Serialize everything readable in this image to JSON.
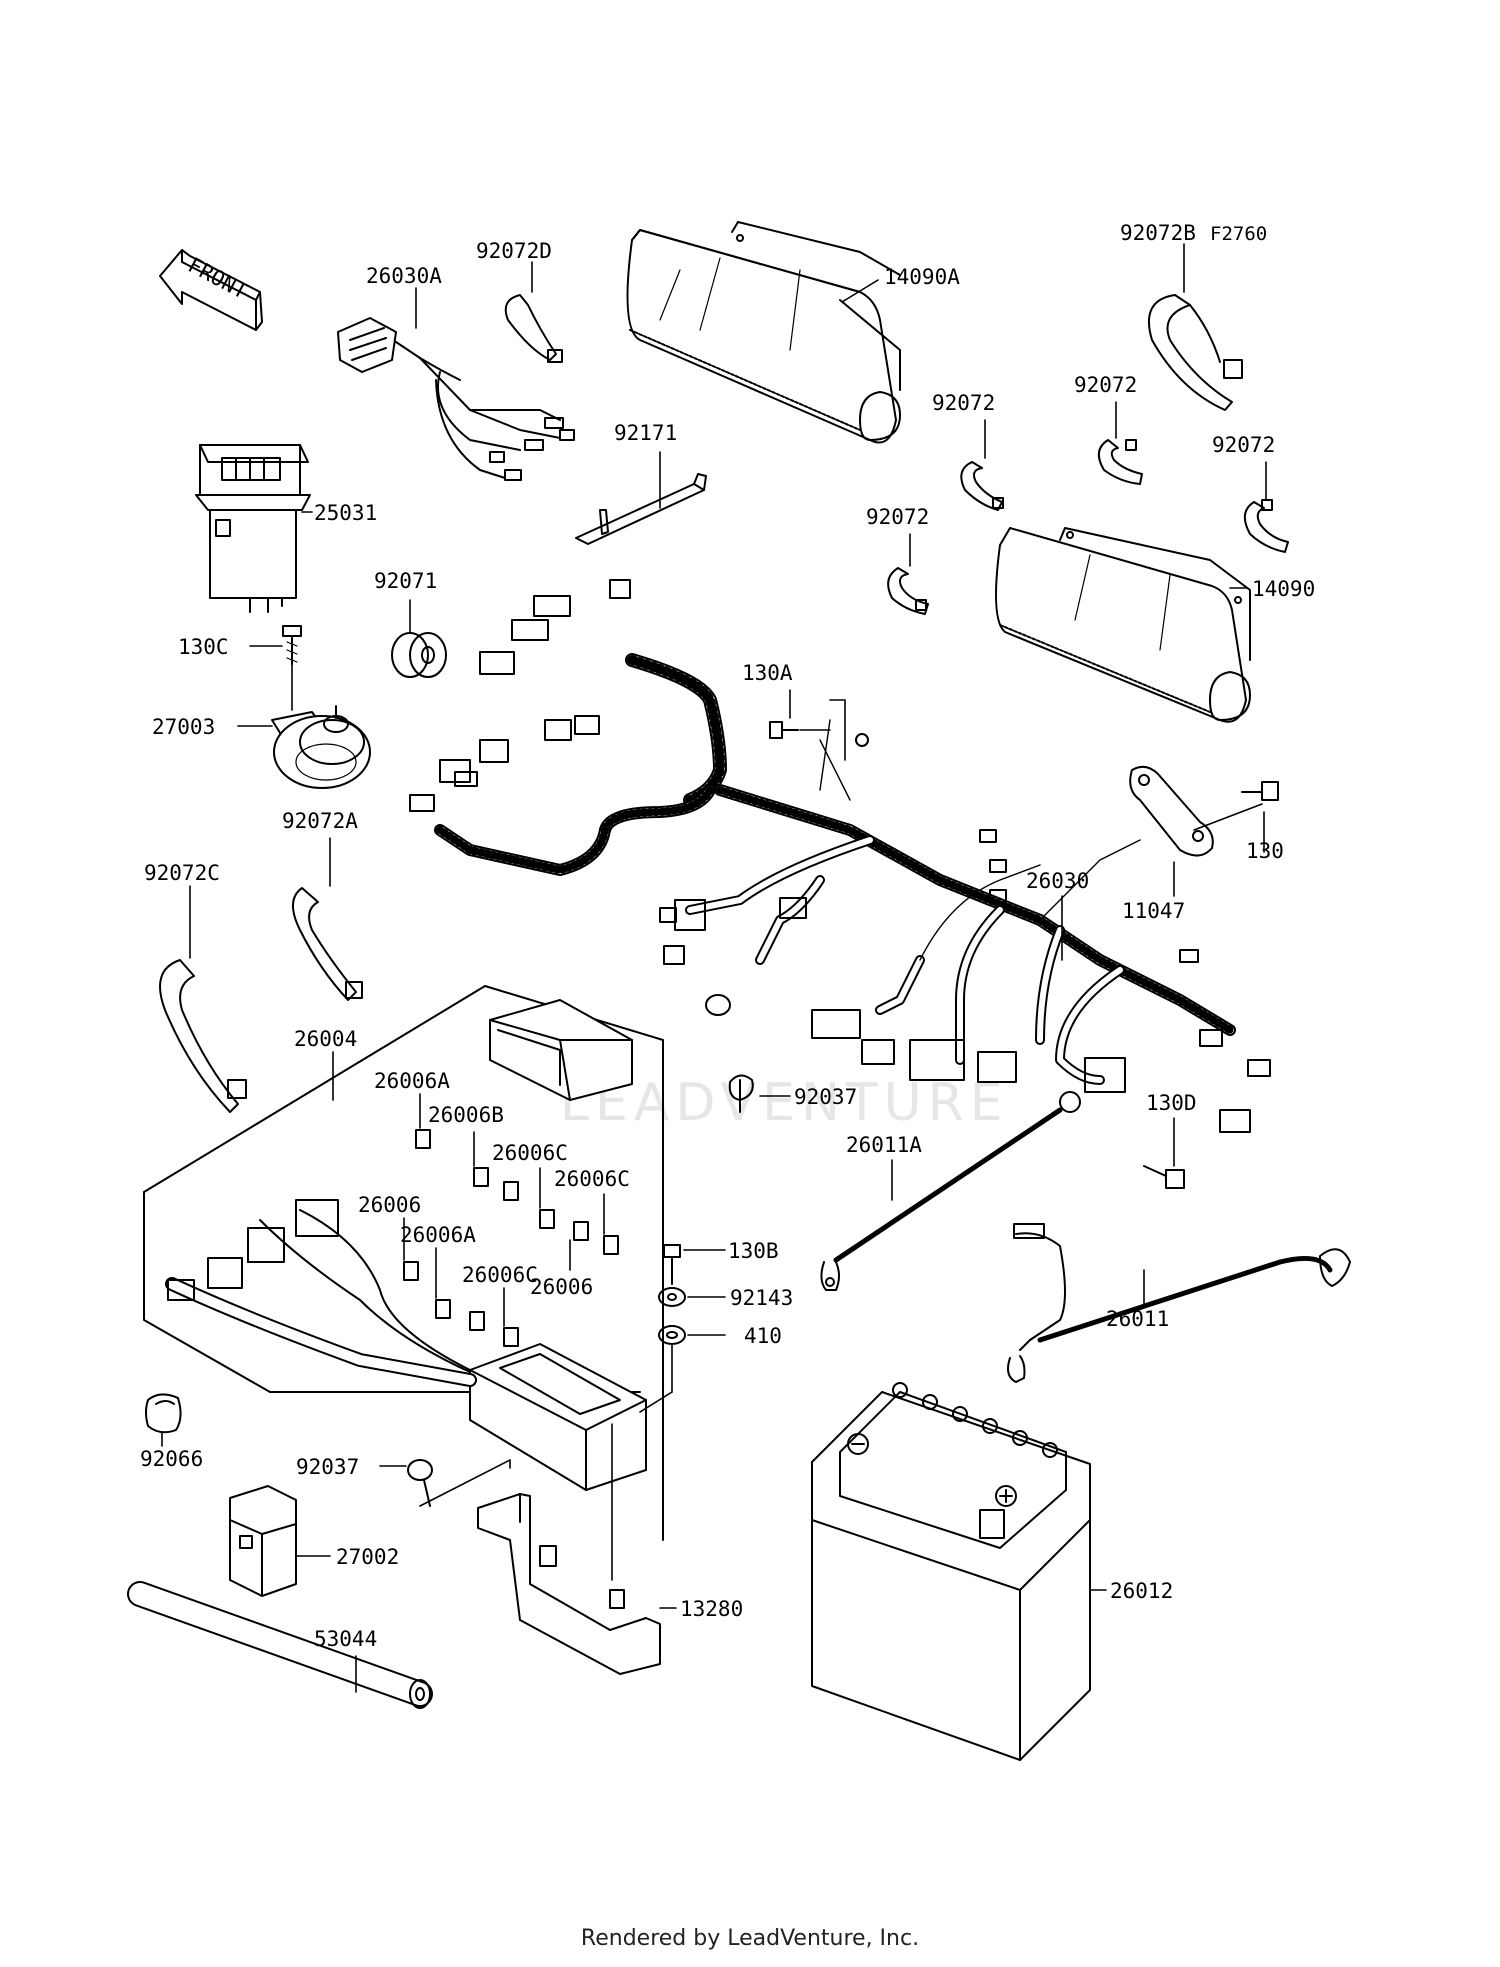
{
  "figure_code": "F2760",
  "front_label": "FRONT",
  "watermark": "LEADVENTURE",
  "footer": "Rendered by LeadVenture, Inc.",
  "parts": {
    "p92072D": "92072D",
    "p26030A": "26030A",
    "p14090A": "14090A",
    "p92072B": "92072B",
    "p92072a": "92072",
    "p92072b": "92072",
    "p92072c": "92072",
    "p92072d": "92072",
    "p92171": "92171",
    "p25031": "25031",
    "p14090": "14090",
    "p92071": "92071",
    "p130C": "130C",
    "p130A": "130A",
    "p27003": "27003",
    "p130": "130",
    "p92072A": "92072A",
    "p11047": "11047",
    "p92072C": "92072C",
    "p26030": "26030",
    "p26004": "26004",
    "p26006A_1": "26006A",
    "p26006B": "26006B",
    "p26006C_1": "26006C",
    "p26006C_2": "26006C",
    "p26006_1": "26006",
    "p26006A_2": "26006A",
    "p26006C_3": "26006C",
    "p26006_2": "26006",
    "p92037_1": "92037",
    "p130D": "130D",
    "p26011A": "26011A",
    "p130B": "130B",
    "p92143": "92143",
    "p410": "410",
    "p26011": "26011",
    "p92066": "92066",
    "p92037_2": "92037",
    "p27002": "27002",
    "p53044": "53044",
    "p13280": "13280",
    "p26012": "26012"
  }
}
